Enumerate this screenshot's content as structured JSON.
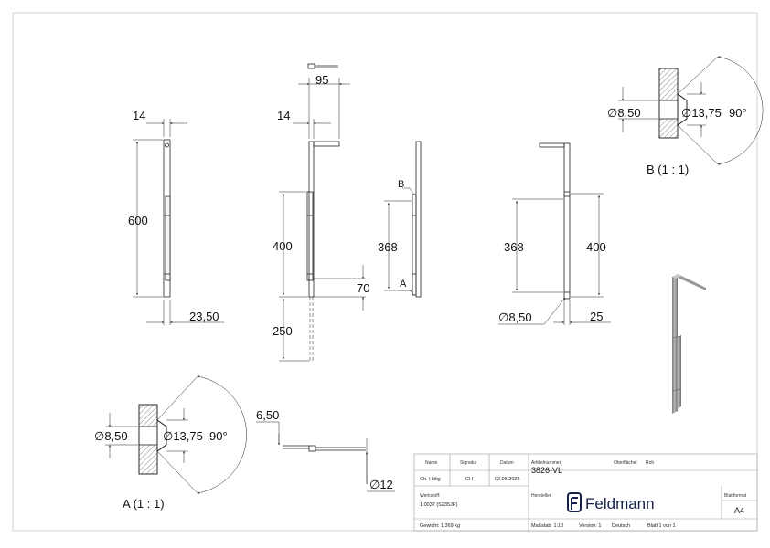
{
  "drawing": {
    "dims": {
      "d14a": "14",
      "d600": "600",
      "d2350": "23,50",
      "d95": "95",
      "d14b": "14",
      "d400a": "400",
      "d70": "70",
      "d250": "250",
      "d368a": "368",
      "d368b": "368",
      "d400b": "400",
      "d850c": "∅8,50",
      "d25": "25",
      "d650": "6,50",
      "d12": "∅12"
    },
    "callouts": {
      "b": "B",
      "a": "A"
    },
    "detail_a": {
      "d850": "∅8,50",
      "d1375": "∅13,75",
      "angle": "90°",
      "title": "A (1 : 1)"
    },
    "detail_b": {
      "d850": "∅8,50",
      "d1375": "∅13,75",
      "angle": "90°",
      "title": "B (1 : 1)"
    }
  },
  "title_block": {
    "name_label": "Name",
    "signatur_label": "Signatur",
    "datum_label": "Datum",
    "artikel_label": "Artikelnummer",
    "artikel_value": "3826-VL",
    "oberflaeche_label": "Oberfläche:",
    "oberflaeche_value": "Roh",
    "name_value": "Ch. Hölig",
    "signatur_value": "CH",
    "datum_value": "02.06.2025",
    "werkstoff_label": "Werkstoff:",
    "werkstoff_value": "1.0037 (S235JR)",
    "hersteller_label": "Hersteller",
    "brand": "Feldmann",
    "blattformat_label": "Blattformat",
    "blattformat_value": "A4",
    "gewicht": "Gewicht: 1,369 kg",
    "massstab": "Maßstab: 1:10",
    "version": "Version: 1",
    "sprache": "Deutsch",
    "blatt": "Blatt 1 von 1"
  },
  "colors": {
    "line": "#222222",
    "border": "#bbbbbb",
    "hatch": "#555555",
    "brand": "#17234a"
  }
}
